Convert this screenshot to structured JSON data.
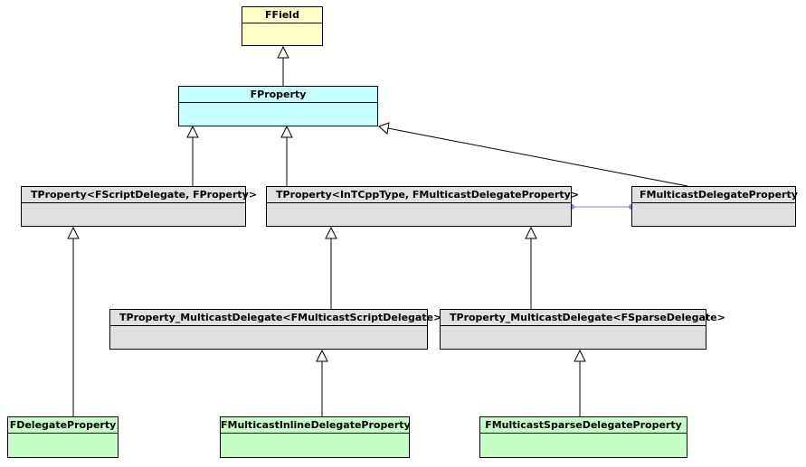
{
  "classes": {
    "ffield": "FField",
    "fproperty": "FProperty",
    "tprop_script": "TProperty<FScriptDelegate, FProperty>",
    "tprop_incpp": "TProperty<InTCppType, FMulticastDelegateProperty>",
    "fmulticast": "FMulticastDelegateProperty",
    "tmc_script": "TProperty_MulticastDelegate<FMulticastScriptDelegate>",
    "tmc_sparse": "TProperty_MulticastDelegate<FSparseDelegate>",
    "fdelegate": "FDelegateProperty",
    "fmc_inline": "FMulticastInlineDelegateProperty",
    "fmc_sparse": "FMulticastSparseDelegateProperty"
  },
  "colors": {
    "base": "#ffffc6",
    "core": "#c6ffff",
    "template": "#e0e0e0",
    "concrete": "#c6ffc6",
    "link": "#7f7fff"
  }
}
